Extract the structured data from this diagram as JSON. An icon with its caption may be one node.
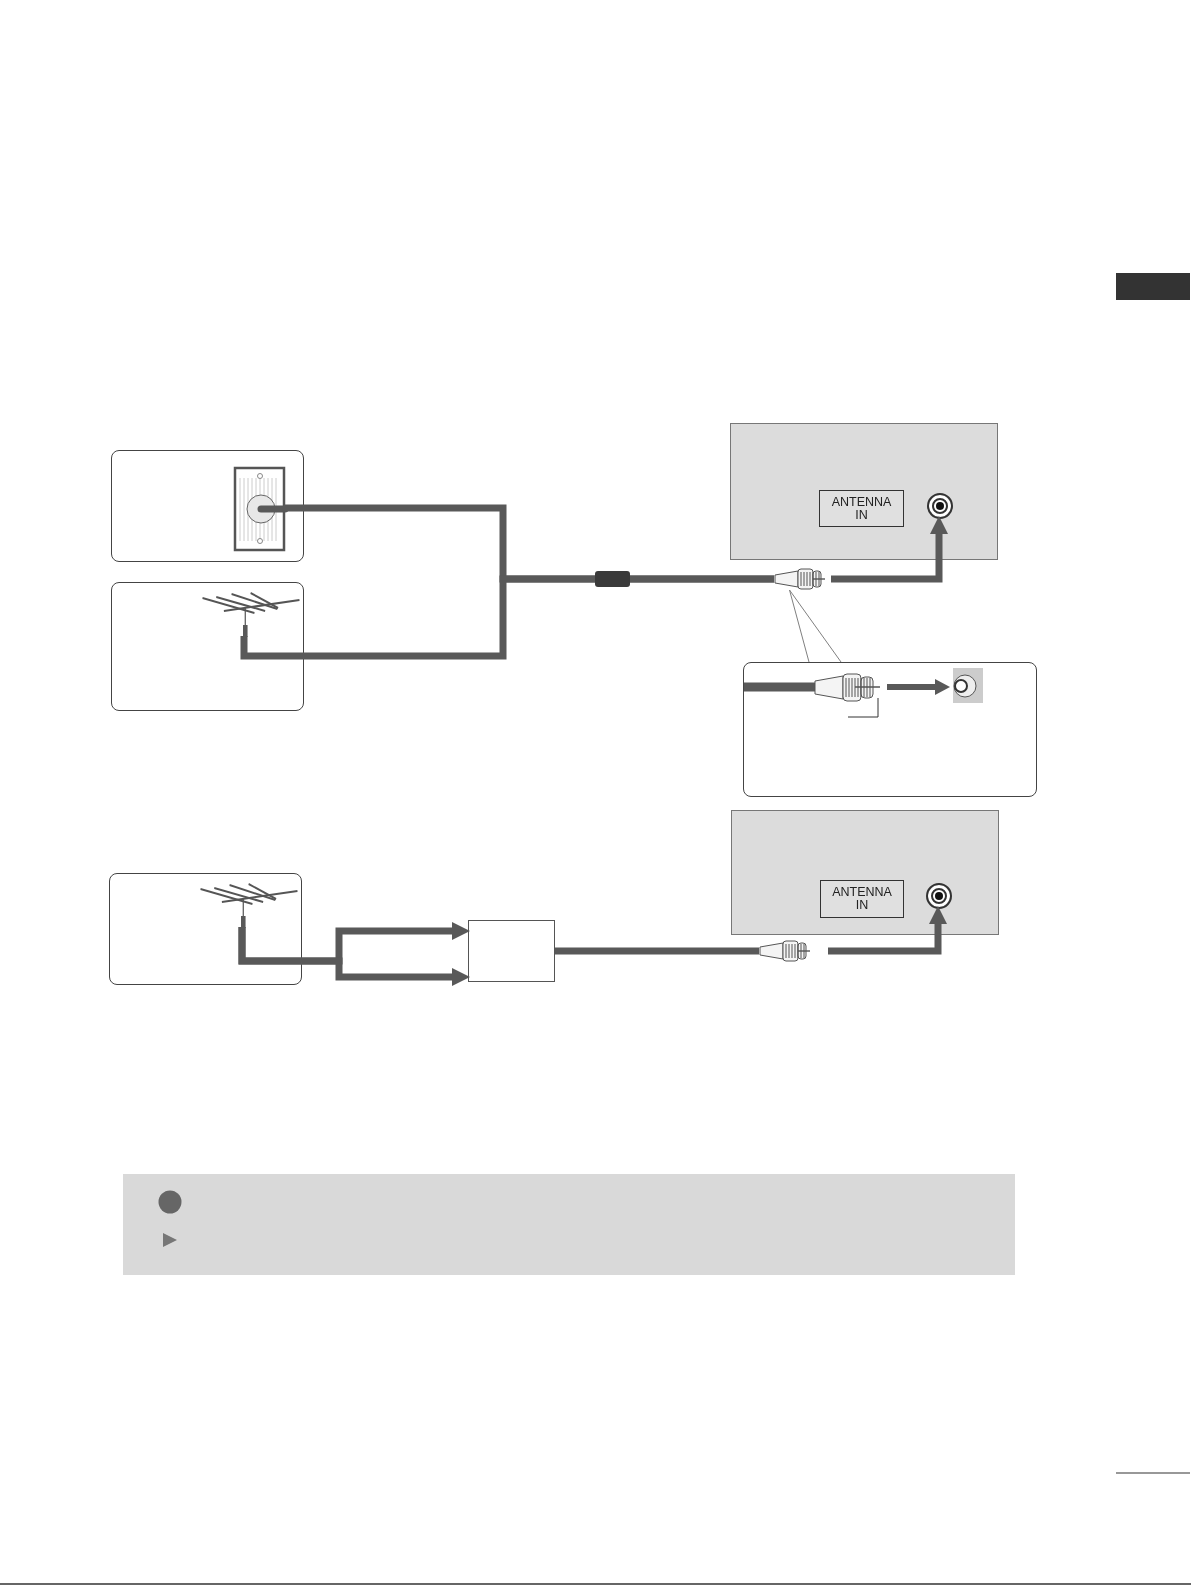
{
  "diagram": {
    "nodes": [
      {
        "text": [],
        "shape": "box"
      },
      {
        "text": [],
        "shape": "picture",
        "in": 0
      },
      {
        "text": [],
        "shape": "box"
      },
      {
        "text": [],
        "shape": "picture",
        "in": 2
      },
      {
        "text": [],
        "shape": "box"
      },
      {
        "text": [
          "ANTENNA IN"
        ],
        "in": 4
      },
      {
        "text": [],
        "shape": "circle",
        "in": 4
      },
      {
        "text": [],
        "shape": "picture"
      },
      {
        "text": [],
        "shape": "box"
      },
      {
        "text": [],
        "shape": "box"
      },
      {
        "text": [],
        "shape": "picture",
        "in": 9
      },
      {
        "text": [],
        "shape": "box"
      },
      {
        "text": [],
        "shape": "picture"
      },
      {
        "text": [],
        "shape": "box"
      },
      {
        "text": [
          "ANTENNA IN"
        ],
        "in": 13
      },
      {
        "text": [],
        "shape": "circle",
        "in": 13
      },
      {
        "text": [],
        "shape": "box"
      },
      {
        "text": [],
        "shape": "box"
      }
    ],
    "edges": [
      {
        "from": 1,
        "to": 7,
        "arrow": "none"
      },
      {
        "from": 3,
        "to": 7,
        "arrow": "none"
      },
      {
        "from": 7,
        "to": 6,
        "arrow": "to"
      },
      {
        "from": 7,
        "to": 8,
        "arrow": "none",
        "color": "#808080"
      },
      {
        "from": 10,
        "to": 11,
        "arrow": "to"
      },
      {
        "from": 10,
        "to": 11,
        "arrow": "to"
      },
      {
        "from": 11,
        "to": 12,
        "arrow": "none"
      },
      {
        "from": 12,
        "to": 15,
        "arrow": "to"
      }
    ]
  }
}
